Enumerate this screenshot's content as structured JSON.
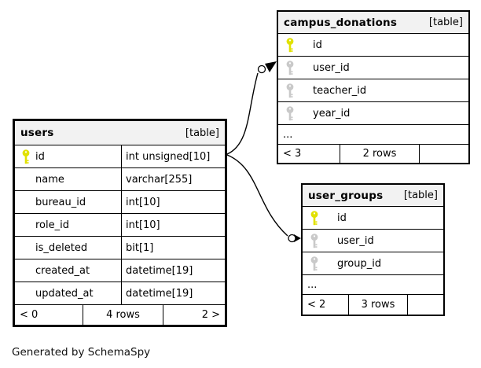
{
  "diagram": {
    "generated_by": "Generated by SchemaSpy"
  },
  "colors": {
    "primary_key_icon": "#e1e100",
    "foreign_key_icon": "#c9c9c9",
    "table_header_bg": "#f2f2f2",
    "table_border": "#000000",
    "canvas_bg": "#ffffff"
  },
  "tables": {
    "users": {
      "name": "users",
      "type_label": "[table]",
      "columns": [
        {
          "name": "id",
          "type": "int unsigned[10]",
          "key_icon": "primary-key-icon"
        },
        {
          "name": "name",
          "type": "varchar[255]",
          "key_icon": ""
        },
        {
          "name": "bureau_id",
          "type": "int[10]",
          "key_icon": ""
        },
        {
          "name": "role_id",
          "type": "int[10]",
          "key_icon": ""
        },
        {
          "name": "is_deleted",
          "type": "bit[1]",
          "key_icon": ""
        },
        {
          "name": "created_at",
          "type": "datetime[19]",
          "key_icon": ""
        },
        {
          "name": "updated_at",
          "type": "datetime[19]",
          "key_icon": ""
        }
      ],
      "footer": {
        "left": "< 0",
        "center": "4 rows",
        "right": "2 >"
      }
    },
    "campus_donations": {
      "name": "campus_donations",
      "type_label": "[table]",
      "columns": [
        {
          "name": "id",
          "key_icon": "primary-key-icon"
        },
        {
          "name": "user_id",
          "key_icon": "foreign-key-icon"
        },
        {
          "name": "teacher_id",
          "key_icon": "foreign-key-icon"
        },
        {
          "name": "year_id",
          "key_icon": "foreign-key-icon"
        }
      ],
      "ellipsis": "...",
      "footer": {
        "left": "< 3",
        "center": "2 rows",
        "right": ""
      }
    },
    "user_groups": {
      "name": "user_groups",
      "type_label": "[table]",
      "columns": [
        {
          "name": "id",
          "key_icon": "primary-key-icon"
        },
        {
          "name": "user_id",
          "key_icon": "foreign-key-icon"
        },
        {
          "name": "group_id",
          "key_icon": "foreign-key-icon"
        }
      ],
      "ellipsis": "...",
      "footer": {
        "left": "< 2",
        "center": "3 rows",
        "right": ""
      }
    }
  },
  "relationships": [
    {
      "from": "users.id",
      "to": "campus_donations.user_id"
    },
    {
      "from": "users.id",
      "to": "user_groups.user_id"
    }
  ]
}
